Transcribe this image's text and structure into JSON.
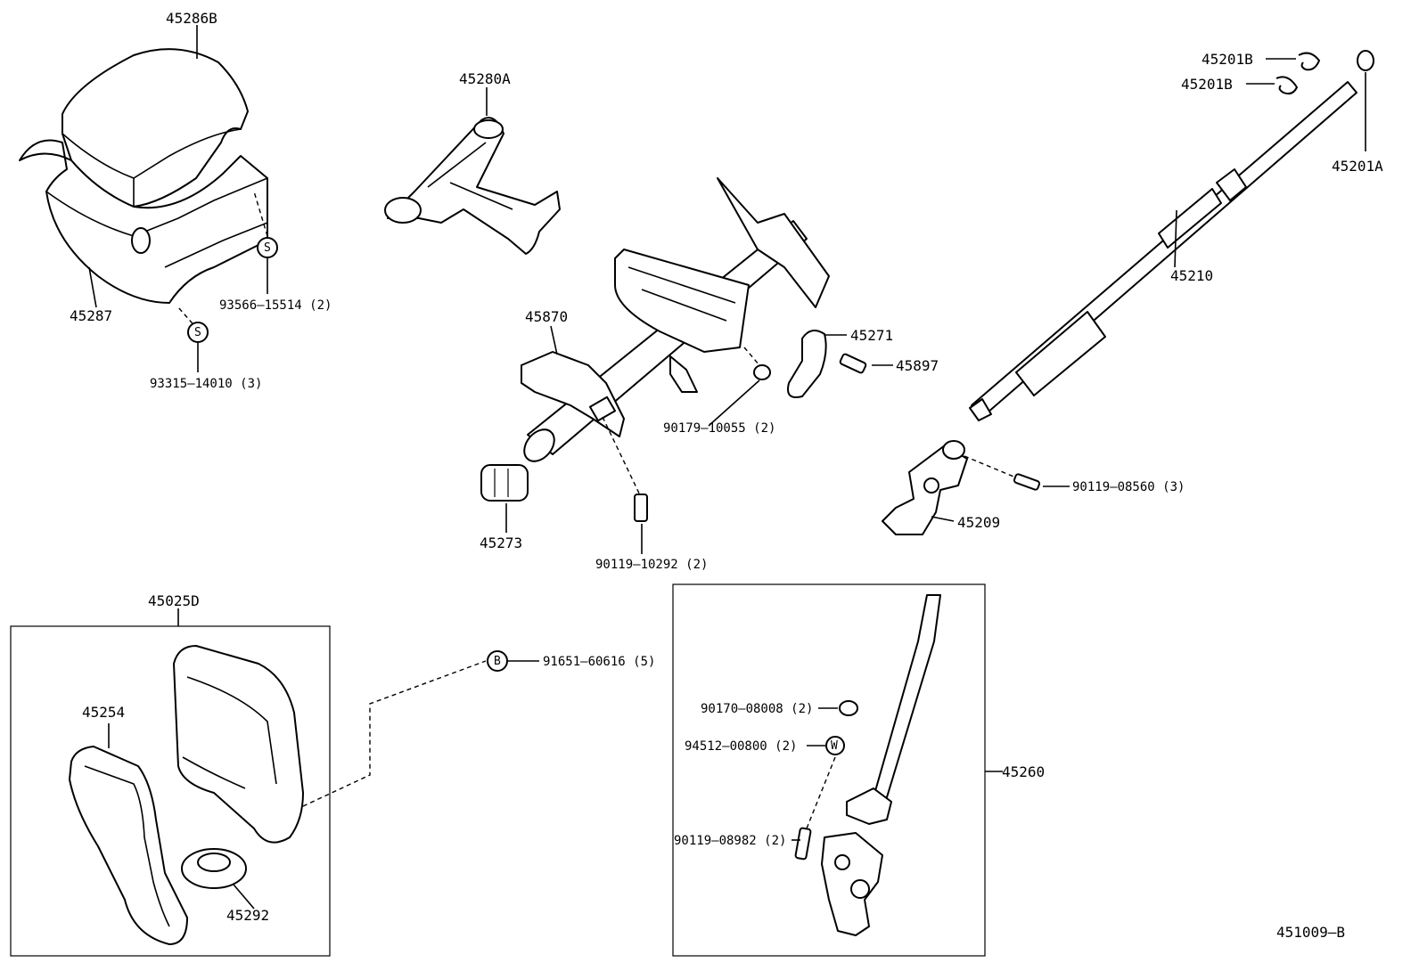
{
  "diagram": {
    "id": "451009–B",
    "labels": {
      "p45286b": "45286B",
      "p45287": "45287",
      "p93566": "93566–15514 (2)",
      "p93315": "93315–14010 (3)",
      "p45280a": "45280A",
      "p45870": "45870",
      "p45273": "45273",
      "p90119_10292": "90119–10292 (2)",
      "p90179": "90179–10055 (2)",
      "p45271": "45271",
      "p45897": "45897",
      "p45201b_1": "45201B",
      "p45201b_2": "45201B",
      "p45201a": "45201A",
      "p45210": "45210",
      "p90119_08560": "90119–08560 (3)",
      "p45209": "45209",
      "p45025d": "45025D",
      "p91651": "91651–60616 (5)",
      "p45254": "45254",
      "p45292": "45292",
      "p90170": "90170–08008 (2)",
      "p94512": "94512–00800 (2)",
      "p90119_08982": "90119–08982 (2)",
      "p45260": "45260"
    },
    "symbols": {
      "screw_s": "S",
      "bolt_b": "B",
      "washer_w": "W"
    }
  }
}
